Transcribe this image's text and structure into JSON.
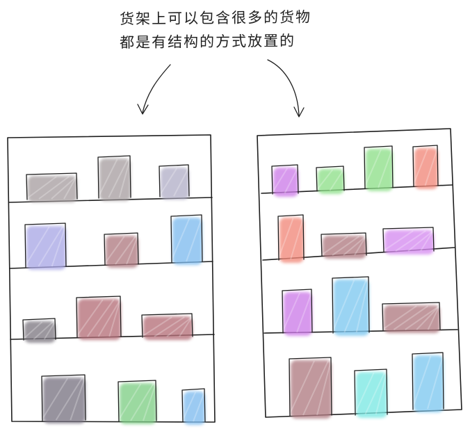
{
  "caption": {
    "line1": "货架上可以包含很多的货物",
    "line2": "都是有结构的方式放置的"
  },
  "shelves": [
    {
      "name": "left",
      "rows": [
        [
          {
            "color": "#a8a0a2"
          },
          {
            "color": "#a8a0a2"
          },
          {
            "color": "#b3b0c8"
          }
        ],
        [
          {
            "color": "#aaa8e6"
          },
          {
            "color": "#b07c82"
          },
          {
            "color": "#7fbcef"
          }
        ],
        [
          {
            "color": "#7f7a83"
          },
          {
            "color": "#b56f79"
          },
          {
            "color": "#b56f79"
          }
        ],
        [
          {
            "color": "#7a7584"
          },
          {
            "color": "#7fcf86"
          },
          {
            "color": "#7fbcef"
          }
        ]
      ]
    },
    {
      "name": "right",
      "rows": [
        [
          {
            "color": "#cd7de8"
          },
          {
            "color": "#8fe08a"
          },
          {
            "color": "#8fe08a"
          },
          {
            "color": "#f2897a"
          }
        ],
        [
          {
            "color": "#f2897a"
          },
          {
            "color": "#b07c82"
          },
          {
            "color": "#d68cf0"
          }
        ],
        [
          {
            "color": "#cd7de8"
          },
          {
            "color": "#7ec8f0"
          },
          {
            "color": "#b07c82"
          }
        ],
        [
          {
            "color": "#b07c82"
          },
          {
            "color": "#7ce8e3"
          },
          {
            "color": "#7ec8f0"
          }
        ]
      ]
    }
  ]
}
